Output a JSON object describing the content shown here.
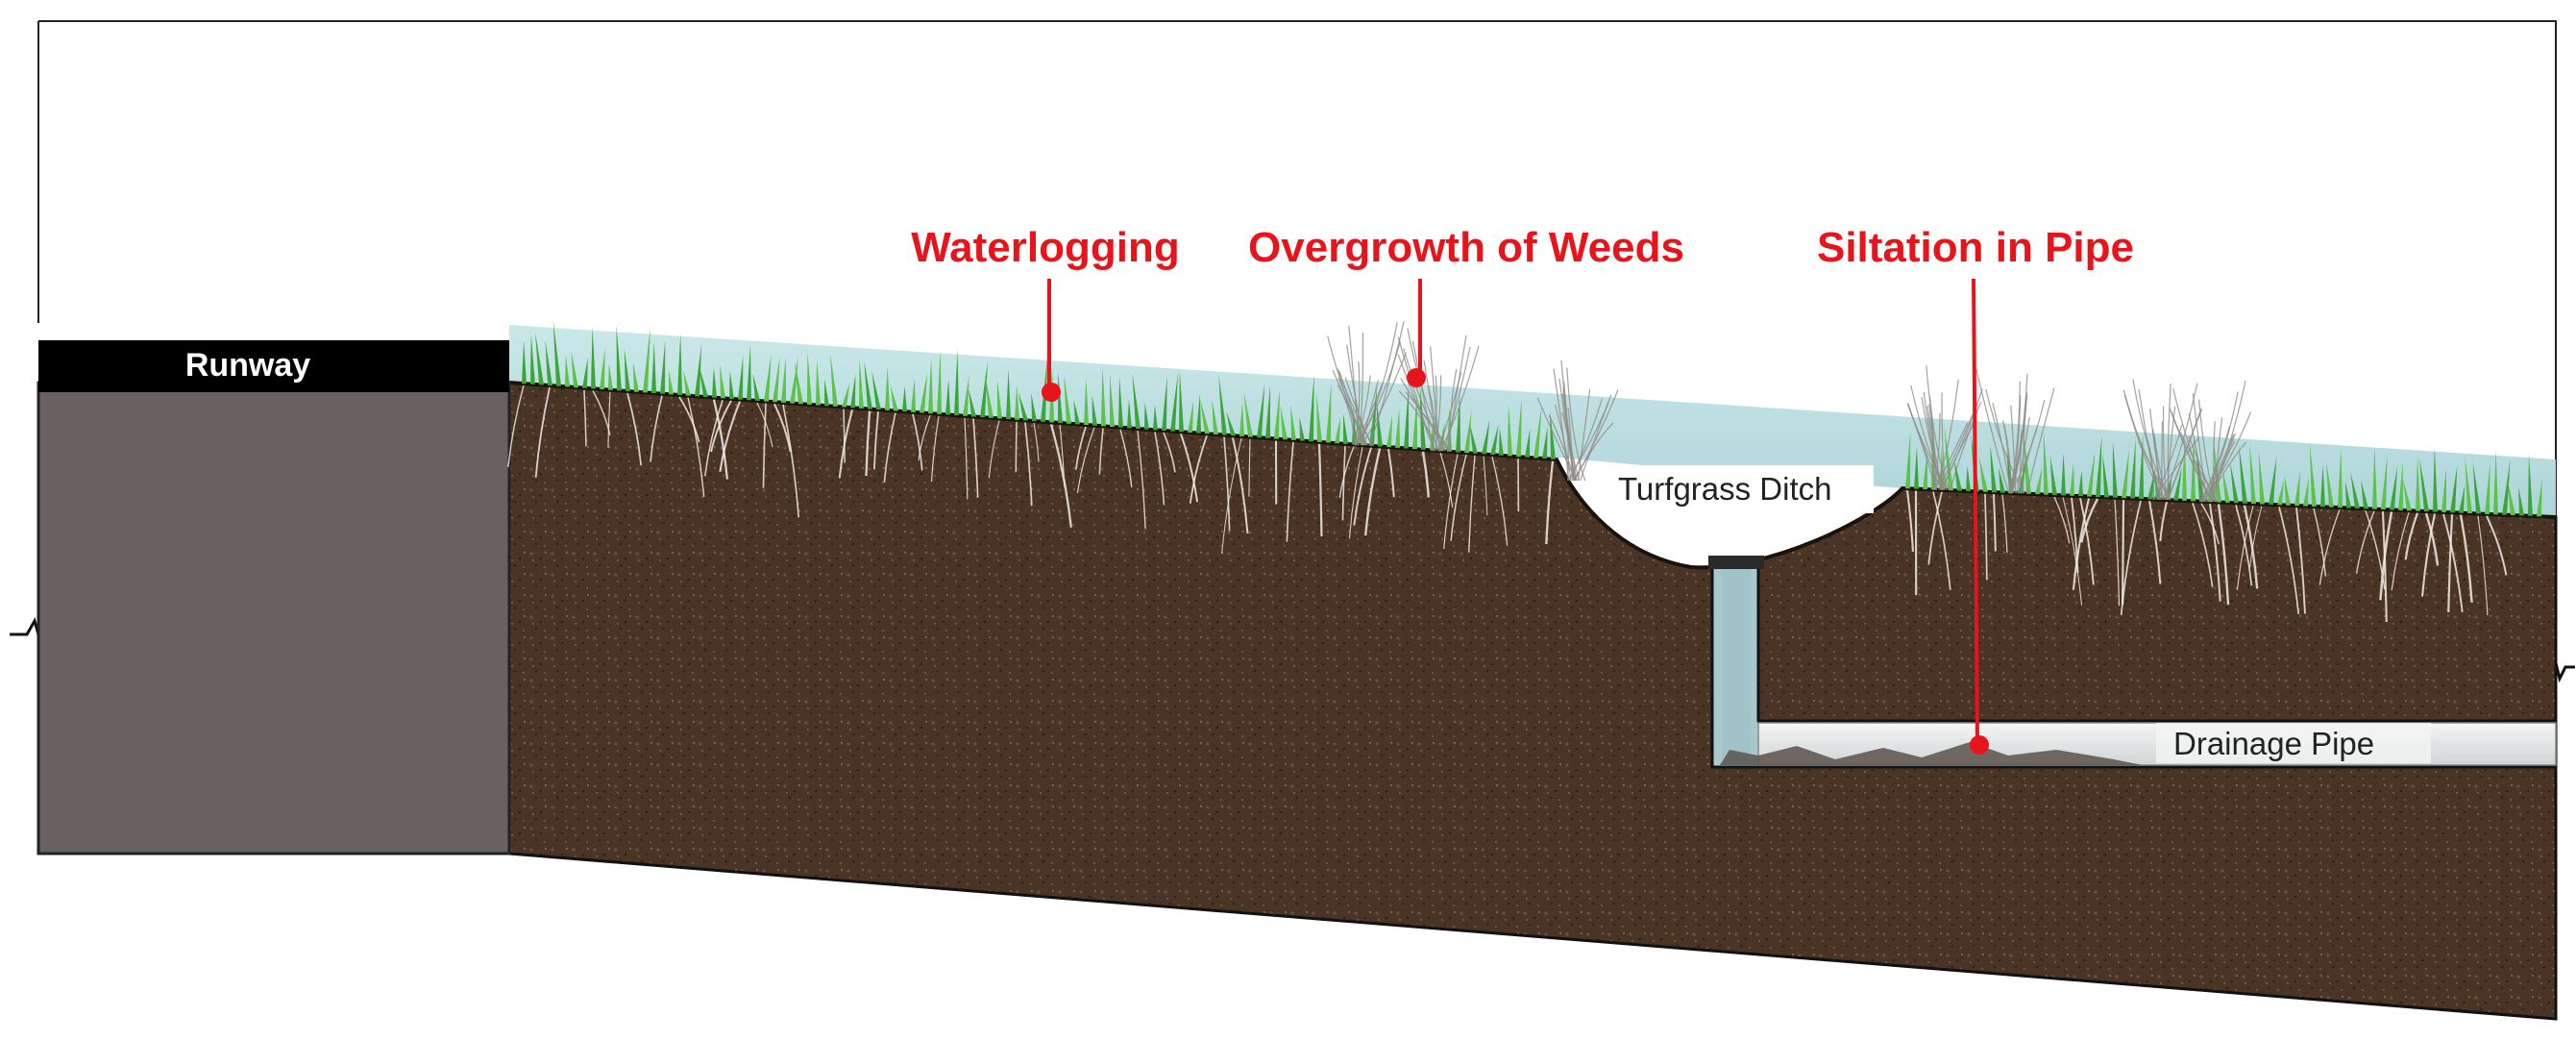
{
  "labels": {
    "runway": "Runway",
    "turfgrass_ditch": "Turfgrass Ditch",
    "drainage_pipe": "Drainage Pipe"
  },
  "issues": [
    {
      "id": "waterlogging",
      "label": "Waterlogging"
    },
    {
      "id": "weeds",
      "label": "Overgrowth of Weeds"
    },
    {
      "id": "siltation",
      "label": "Siltation in Pipe"
    }
  ],
  "colors": {
    "issue_red": "#e8141b",
    "soil": "#4a3426",
    "runway_top": "#000000",
    "runway_body": "#676261",
    "water": "#b8dde0",
    "grass": "#3aa63a",
    "pipe": "#e6e8e8"
  }
}
